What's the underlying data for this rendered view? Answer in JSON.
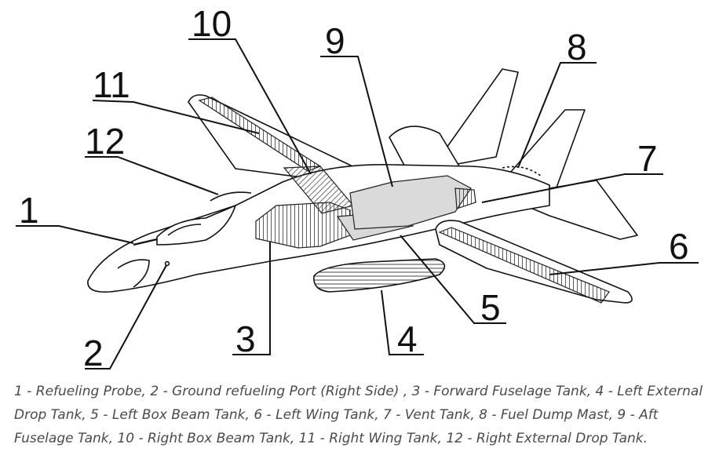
{
  "callouts": [
    {
      "number": "1",
      "label": "Refueling Probe"
    },
    {
      "number": "2",
      "label": "Ground refueling Port (Right Side)"
    },
    {
      "number": "3",
      "label": "Forward Fuselage Tank"
    },
    {
      "number": "4",
      "label": "Left External Drop Tank"
    },
    {
      "number": "5",
      "label": "Left Box Beam Tank"
    },
    {
      "number": "6",
      "label": "Left Wing Tank"
    },
    {
      "number": "7",
      "label": "Vent Tank"
    },
    {
      "number": "8",
      "label": "Fuel Dump Mast"
    },
    {
      "number": "9",
      "label": "Aft Fuselage Tank"
    },
    {
      "number": "10",
      "label": "Right Box Beam Tank"
    },
    {
      "number": "11",
      "label": "Right Wing Tank"
    },
    {
      "number": "12",
      "label": "Right External Drop Tank"
    }
  ],
  "caption": "1 - Refueling Probe, 2 - Ground refueling Port (Right Side) , 3 - Forward Fuselage Tank, 4 - Left External Drop Tank, 5 - Left Box Beam Tank, 6 - Left Wing Tank, 7 - Vent Tank, 8 - Fuel Dump Mast, 9 - Aft Fuselage Tank, 10 - Right Box Beam Tank, 11 - Right Wing Tank, 12 - Right External Drop Tank."
}
